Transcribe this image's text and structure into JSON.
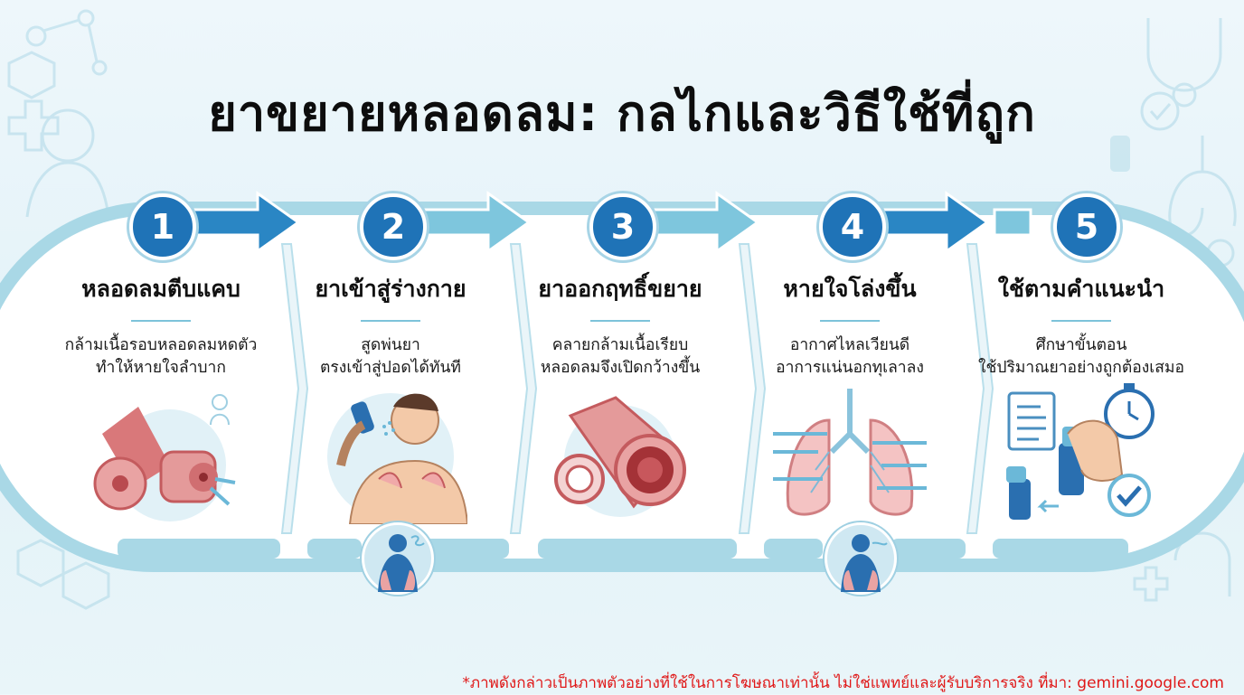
{
  "title": "ยาขยายหลอดลม: กลไกและวิธีใช้ที่ถูก",
  "steps": [
    {
      "number": "1",
      "title": "หลอดลมตีบแคบ",
      "desc": [
        "กล้ามเนื้อรอบหลอดลมหดตัว",
        "ทำให้หายใจลำบาก"
      ],
      "illustration": "narrowed-airway-icon"
    },
    {
      "number": "2",
      "title": "ยาเข้าสู่ร่างกาย",
      "desc": [
        "สูดพ่นยา",
        "ตรงเข้าสู่ปอดได้ทันที"
      ],
      "illustration": "person-using-inhaler-icon"
    },
    {
      "number": "3",
      "title": "ยาออกฤทธิ์ขยาย",
      "desc": [
        "คลายกล้ามเนื้อเรียบ",
        "หลอดลมจึงเปิดกว้างขึ้น"
      ],
      "illustration": "opened-airway-icon"
    },
    {
      "number": "4",
      "title": "หายใจโล่งขึ้น",
      "desc": [
        "อากาศไหลเวียนดี",
        "อาการแน่นอกทุเลาลง"
      ],
      "illustration": "lungs-airflow-icon"
    },
    {
      "number": "5",
      "title": "ใช้ตามคำแนะนำ",
      "desc": [
        "ศึกษาขั้นตอน",
        "ใช้ปริมาณยาอย่างถูกต้องเสมอ"
      ],
      "illustration": "inhaler-instructions-icon"
    }
  ],
  "disclaimer": "*ภาพดังกล่าวเป็นภาพตัวอย่างที่ใช้ในการโฆษณาเท่านั้น ไม่ใช่แพทย์และผู้รับบริการจริง ที่มา: gemini.google.com",
  "colors": {
    "background": "#e6f3f8",
    "band": "#a9d8e6",
    "arrow": "#2a86c4",
    "badge": "#1f73b7",
    "panel": "#ffffff",
    "title": "#0d0d0d",
    "disclaimer": "#e01818"
  }
}
